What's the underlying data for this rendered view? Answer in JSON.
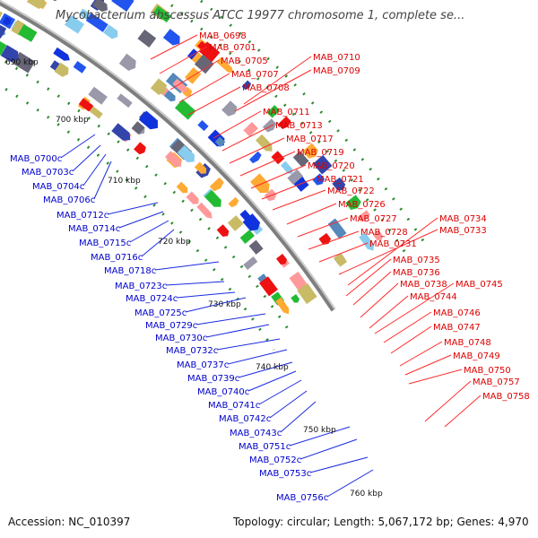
{
  "title": "Mycobacterium abscessus ATCC 19977 chromosome 1, complete se...",
  "footer": {
    "accession": "Accession: NC_010397",
    "summary": "Topology: circular; Length: 5,067,172 bp; Genes: 4,970"
  },
  "colors": {
    "forward_label": "#dd0000",
    "reverse_label": "#0000cc",
    "backbone": "#8c8c8c",
    "tick_dot": "#2a8a2a"
  },
  "scale_labels": [
    "690 kbp",
    "700 kbp",
    "710 kbp",
    "720 kbp",
    "730 kbp",
    "740 kbp",
    "750 kbp",
    "760 kbp"
  ],
  "forward_genes": [
    "MAB_0698",
    "MAB_0701",
    "MAB_0705",
    "MAB_0707",
    "MAB_0708",
    "MAB_0710",
    "MAB_0709",
    "MAB_0711",
    "MAB_0713",
    "MAB_0717",
    "MAB_0719",
    "MAB_0720",
    "MAB_0721",
    "MAB_0722",
    "MAB_0726",
    "MAB_0727",
    "MAB_0728",
    "MAB_0731",
    "MAB_0734",
    "MAB_0733",
    "MAB_0735",
    "MAB_0736",
    "MAB_0738",
    "MAB_0745",
    "MAB_0744",
    "MAB_0746",
    "MAB_0747",
    "MAB_0748",
    "MAB_0749",
    "MAB_0750",
    "MAB_0757",
    "MAB_0758"
  ],
  "reverse_genes": [
    "MAB_0700c",
    "MAB_0703c",
    "MAB_0704c",
    "MAB_0706c",
    "MAB_0712c",
    "MAB_0714c",
    "MAB_0715c",
    "MAB_0716c",
    "MAB_0718c",
    "MAB_0723c",
    "MAB_0724c",
    "MAB_0725c",
    "MAB_0729c",
    "MAB_0730c",
    "MAB_0732c",
    "MAB_0737c",
    "MAB_0739c",
    "MAB_0740c",
    "MAB_0741c",
    "MAB_0742c",
    "MAB_0743c",
    "MAB_0751c",
    "MAB_0752c",
    "MAB_0753c",
    "MAB_0756c"
  ]
}
